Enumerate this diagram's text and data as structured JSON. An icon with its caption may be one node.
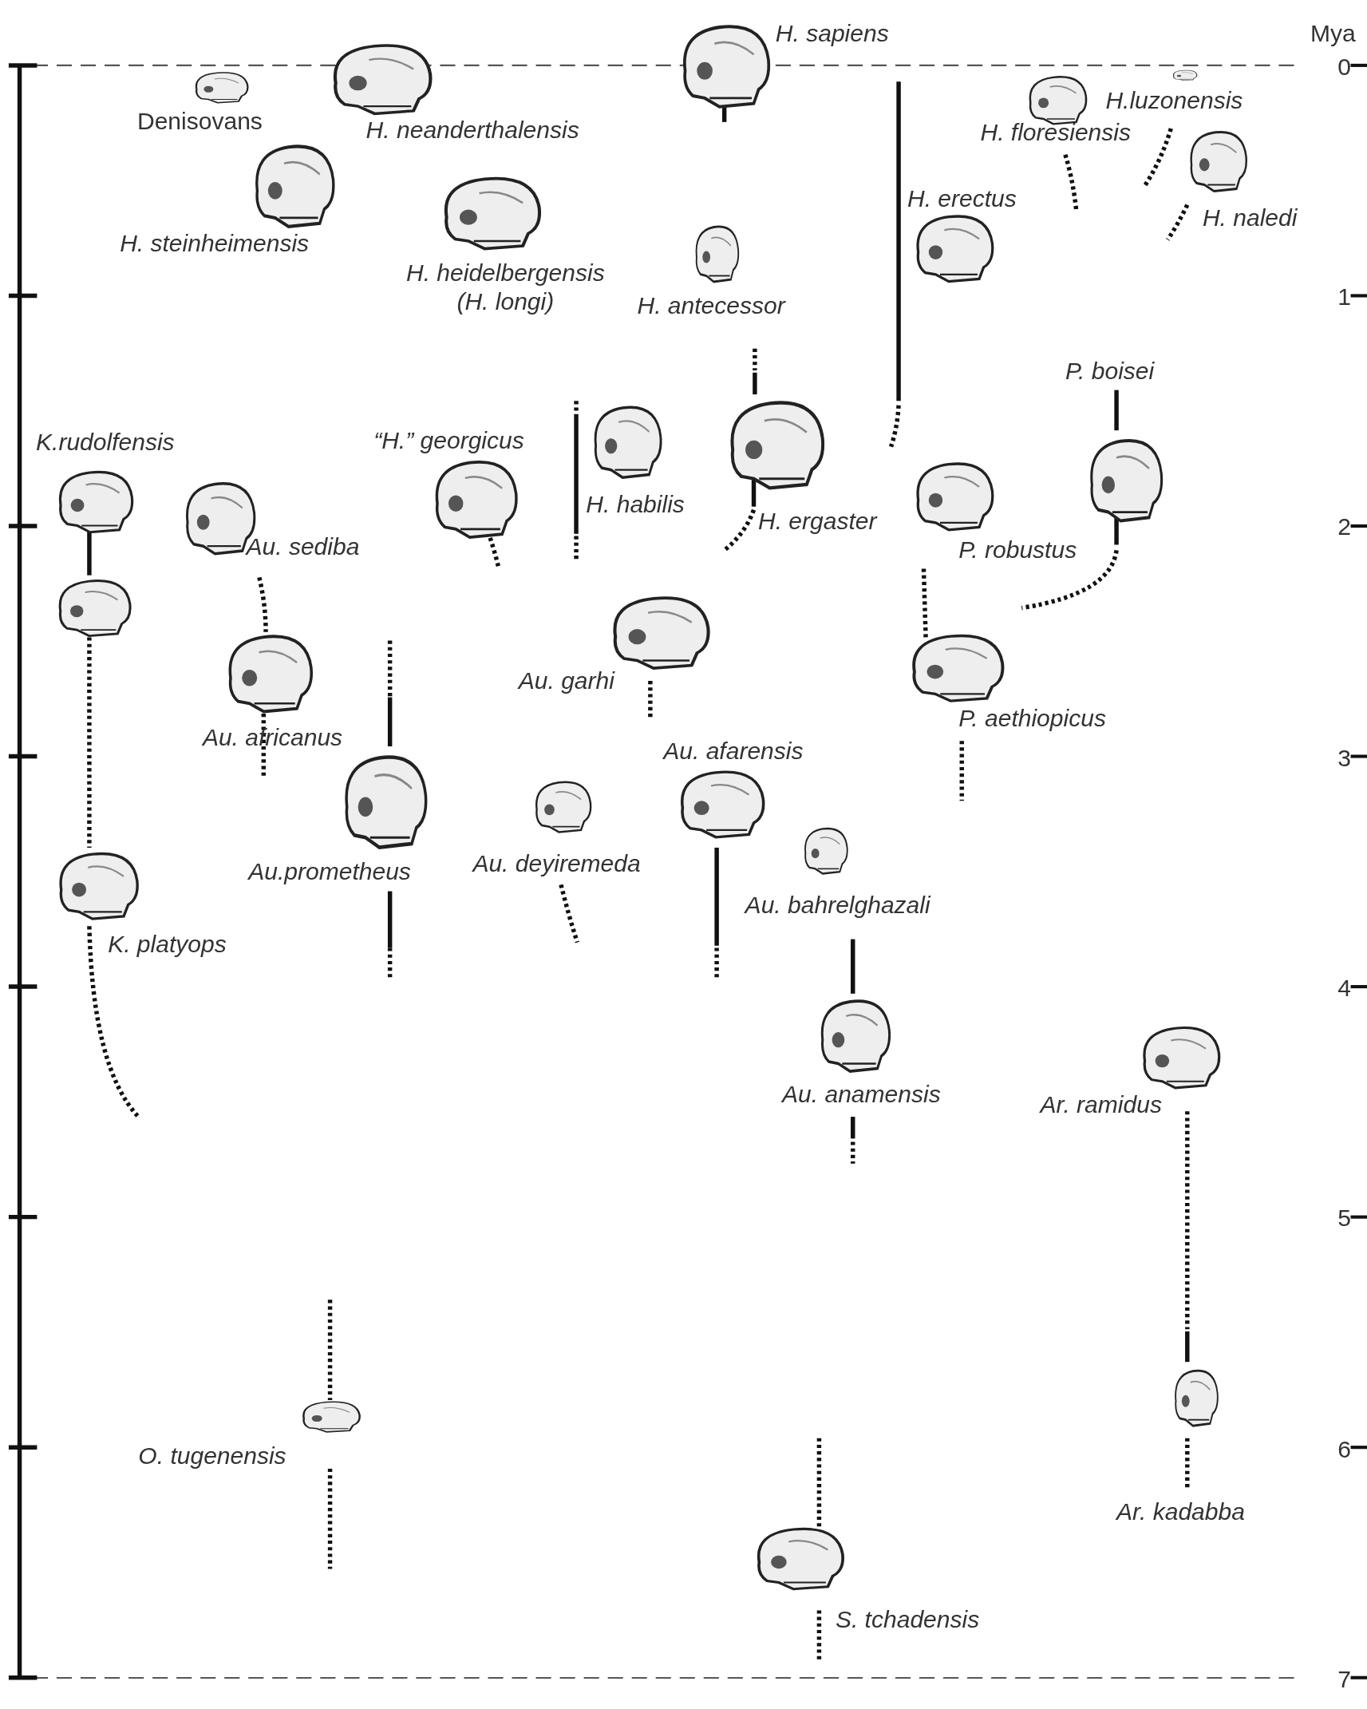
{
  "diagram": {
    "labels": [
      "H. sapiens",
      "Mya",
      "0",
      "Denisovans",
      "H. neanderthalensis",
      "H.luzonensis",
      "H. floresiensis",
      "H. erectus",
      "H. naledi",
      "H. steinheimensis",
      "H. heidelbergensis (H. longi)",
      "1",
      "H. antecessor",
      "P. boisei",
      "K.rudolfensis",
      "“H.” georgicus",
      "H. habilis",
      "H. ergaster",
      "2",
      "Au. sediba",
      "P. robustus",
      "Au. garhi",
      "P. aethiopicus",
      "Au. africanus",
      "Au. afarensis",
      "3",
      "Au.prometheus",
      "Au. deyiremeda",
      "Au. bahrelghazali",
      "K. platyops",
      "4",
      "Au. anamensis",
      "Ar. ramidus",
      "5",
      "O. tugenensis",
      "6",
      "Ar. kadabba",
      "S. tchadensis",
      "7"
    ]
  }
}
